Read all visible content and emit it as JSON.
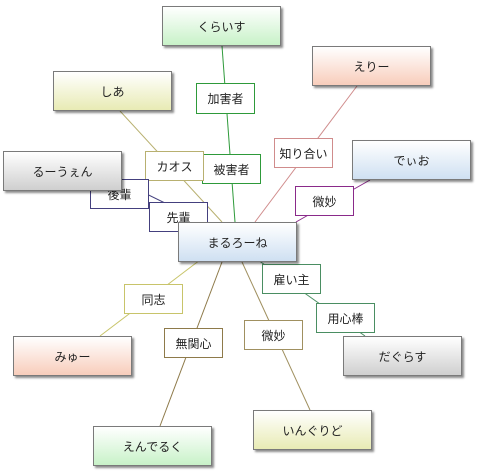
{
  "nodes": {
    "center": "まるろーね",
    "kuraisu": "くらいす",
    "shia": "しあ",
    "eri": "えりー",
    "ruuen": "るーうぇん",
    "deio": "でぃお",
    "myu": "みゅー",
    "dagurasu": "だぐらす",
    "enderuku": "えんでるく",
    "inguridu": "いんぐりど"
  },
  "relations": {
    "kuraisu_outer": "加害者",
    "kuraisu_inner": "被害者",
    "shia": "カオス",
    "ruuen_outer": "後輩",
    "ruuen_inner": "先輩",
    "eri": "知り合い",
    "deio": "微妙",
    "dagurasu_outer": "用心棒",
    "dagurasu_inner": "雇い主",
    "myu": "同志",
    "enderuku": "無関心",
    "inguridu": "微妙"
  },
  "colors": {
    "kuraisu": "#2e9a3a",
    "shia": "#b8b070",
    "eri": "#d08c8c",
    "ruuen": "#44407e",
    "deio": "#8a2a8a",
    "myu": "#c8c46a",
    "dagurasu": "#4a8e62",
    "enderuku": "#8e7a4a",
    "inguridu": "#a09060"
  }
}
